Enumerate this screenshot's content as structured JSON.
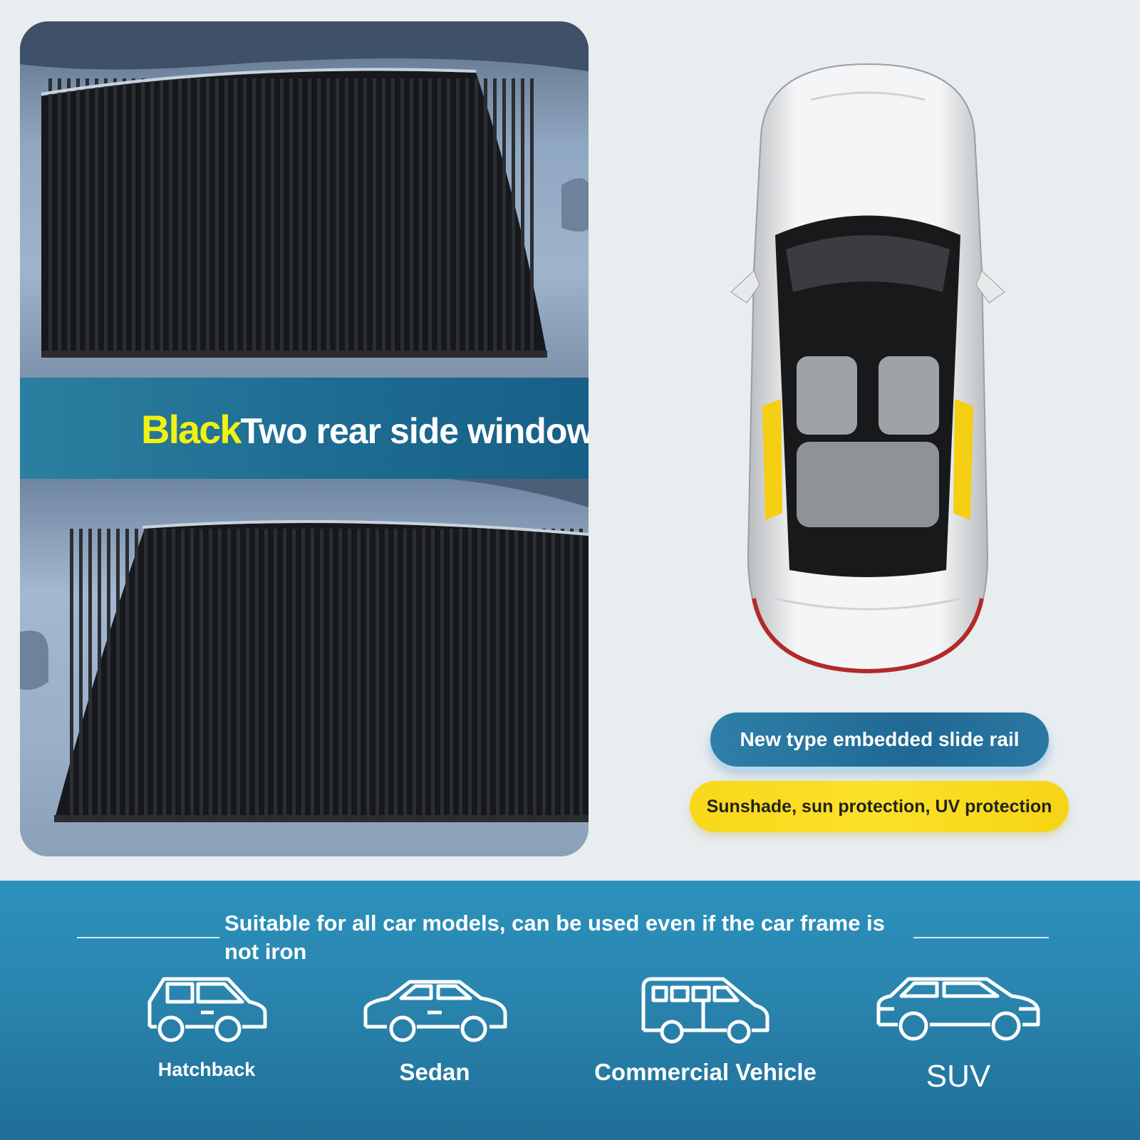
{
  "photo_card": {
    "label_accent": "Black",
    "label_text": "Two rear side windows"
  },
  "features": {
    "rail": "New type embedded slide rail",
    "protection": "Sunshade, sun protection, UV protection"
  },
  "compatibility": {
    "tagline": "Suitable for all car models, can be used even if the car frame is not iron",
    "vehicles": [
      {
        "label": "Hatchback",
        "icon": "hatchback-icon"
      },
      {
        "label": "Sedan",
        "icon": "sedan-icon"
      },
      {
        "label": "Commercial Vehicle",
        "icon": "van-icon"
      },
      {
        "label": "SUV",
        "icon": "suv-icon"
      }
    ]
  },
  "colors": {
    "accent_yellow": "#f2f20f",
    "band_blue": "#2a86b0",
    "pill_yellow": "#fbe128"
  }
}
